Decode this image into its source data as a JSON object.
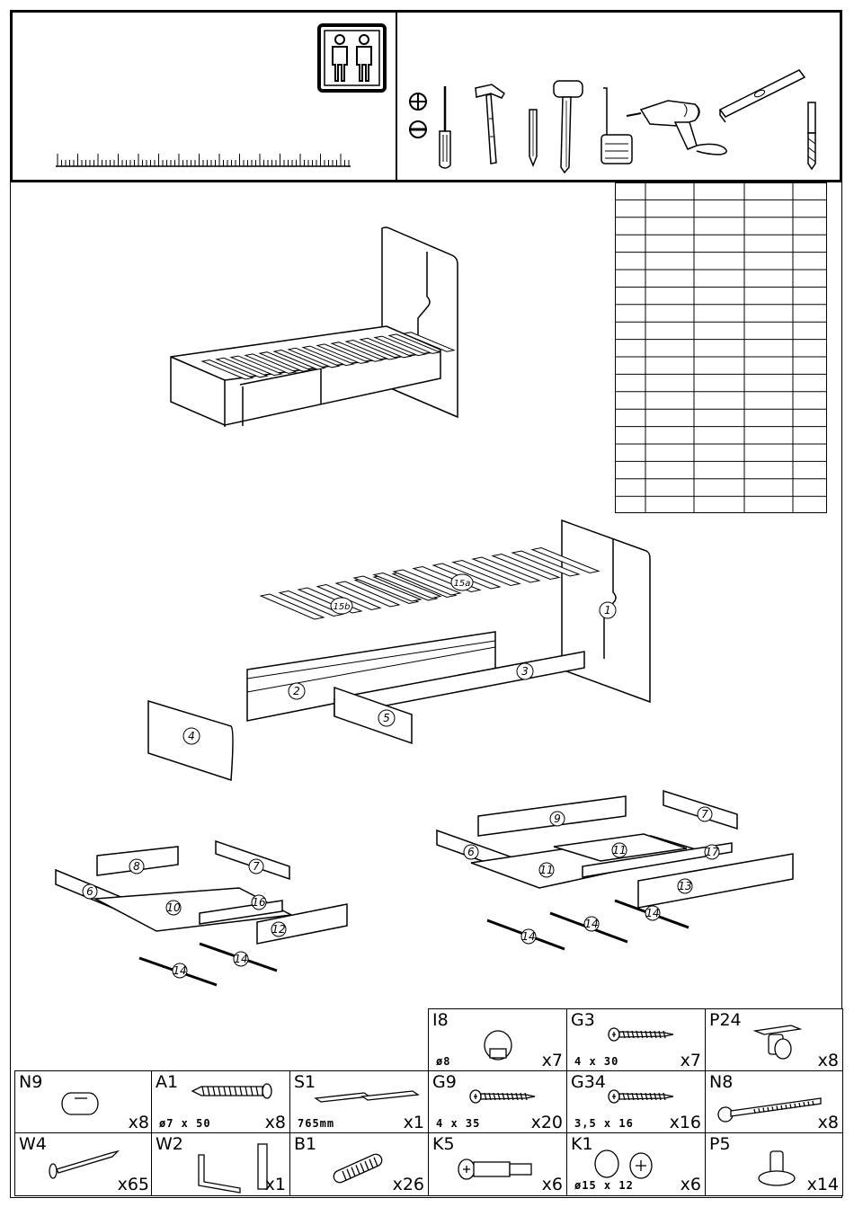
{
  "callouts": {
    "p1": "1",
    "p2": "2",
    "p3": "3",
    "p4": "4",
    "p5": "5",
    "p15a": "15a",
    "p15b": "15b",
    "left_drawer": {
      "p6": "6",
      "p7": "7",
      "p8": "8",
      "p10": "10",
      "p12": "12",
      "p14a": "14",
      "p14b": "14",
      "p16": "16"
    },
    "right_drawer": {
      "p6": "6",
      "p7": "7",
      "p9": "9",
      "p11a": "11",
      "p11b": "11",
      "p13": "13",
      "p14a": "14",
      "p14b": "14",
      "p14c": "14",
      "p17": "17"
    }
  },
  "hardware": [
    {
      "code": "I8",
      "spec": "ø8",
      "qty": "x7",
      "icon": "knob-icon"
    },
    {
      "code": "G3",
      "spec": "4 x 30",
      "qty": "x7",
      "icon": "screw-icon"
    },
    {
      "code": "P24",
      "spec": "",
      "qty": "x8",
      "icon": "caster-icon"
    },
    {
      "code": "N9",
      "spec": "",
      "qty": "x8",
      "icon": "barrel-nut-icon"
    },
    {
      "code": "A1",
      "spec": "ø7 x 50",
      "qty": "x8",
      "icon": "bolt-icon"
    },
    {
      "code": "S1",
      "spec": "765mm",
      "qty": "x1",
      "icon": "slat-connector-icon"
    },
    {
      "code": "G9",
      "spec": "4 x 35",
      "qty": "x20",
      "icon": "screw-icon"
    },
    {
      "code": "G34",
      "spec": "3,5 x 16",
      "qty": "x16",
      "icon": "screw-icon"
    },
    {
      "code": "N8",
      "spec": "",
      "qty": "x8",
      "icon": "long-bolt-icon"
    },
    {
      "code": "W4",
      "spec": "",
      "qty": "x65",
      "icon": "nail-icon"
    },
    {
      "code": "W2",
      "spec": "",
      "qty": "x1",
      "icon": "allen-key-icon"
    },
    {
      "code": "B1",
      "spec": "",
      "qty": "x26",
      "icon": "dowel-icon"
    },
    {
      "code": "K5",
      "spec": "",
      "qty": "x6",
      "icon": "cam-bolt-icon"
    },
    {
      "code": "K1",
      "spec": "ø15 x 12",
      "qty": "x6",
      "icon": "cam-lock-icon"
    },
    {
      "code": "P5",
      "spec": "",
      "qty": "x14",
      "icon": "foot-icon"
    }
  ],
  "tools": [
    "phillips-screwdriver-icon",
    "flat-screwdriver-icon",
    "pencil-icon",
    "hammer-icon",
    "mallet-icon",
    "tape-measure-icon",
    "drill-icon",
    "level-icon",
    "drill-bit-icon"
  ],
  "header": {
    "persons_icon": "two-persons-icon",
    "ruler_icon": "ruler-icon"
  }
}
